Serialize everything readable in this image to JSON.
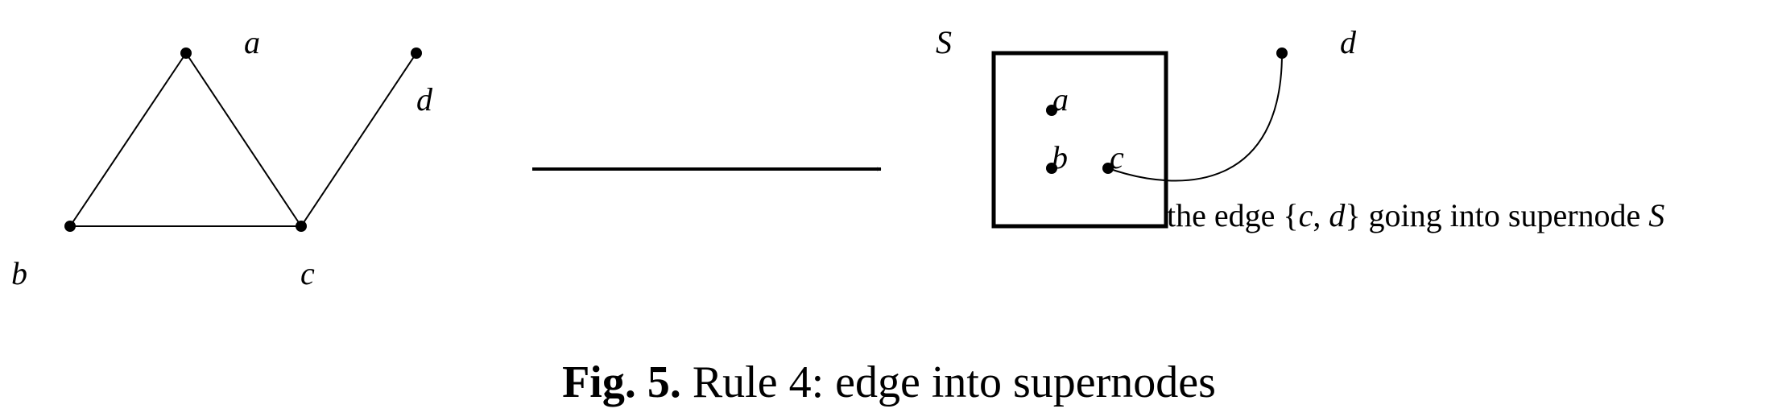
{
  "left_graph": {
    "labels": {
      "a": "a",
      "b": "b",
      "c": "c",
      "d": "d"
    }
  },
  "right_graph": {
    "supernode_label": "S",
    "labels": {
      "a": "a",
      "b": "b",
      "c": "c",
      "d": "d"
    },
    "annotation": {
      "prefix": "the edge ",
      "open_brace": "{",
      "c": "c",
      "comma": ", ",
      "d": "d",
      "close_brace": "}",
      "middle": " going into supernode ",
      "s": "S"
    }
  },
  "caption": {
    "label": "Fig. 5.",
    "text": " Rule 4: edge into supernodes"
  }
}
